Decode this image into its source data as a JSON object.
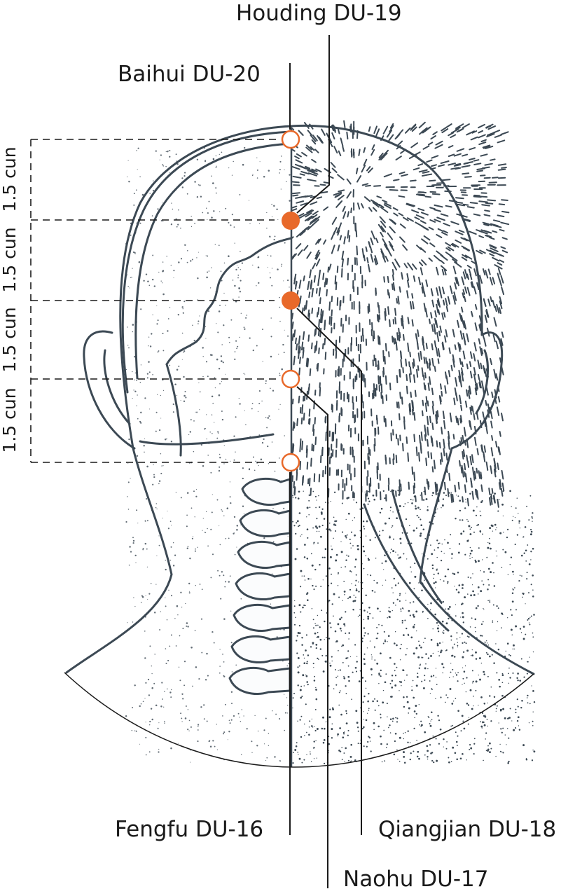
{
  "colors": {
    "ink": "#3c4954",
    "accent": "#e8692a",
    "text": "#1a1a1a",
    "background": "#ffffff"
  },
  "points": [
    {
      "id": "houding",
      "label": "Houding DU-19",
      "marker": "filled"
    },
    {
      "id": "baihui",
      "label": "Baihui DU-20",
      "marker": "hollow"
    },
    {
      "id": "fengfu",
      "label": "Fengfu DU-16",
      "marker": "hollow"
    },
    {
      "id": "qiangjian",
      "label": "Qiangjian DU-18",
      "marker": "filled"
    },
    {
      "id": "naohu",
      "label": "Naohu DU-17",
      "marker": "hollow"
    }
  ],
  "measurements": [
    {
      "label": "1.5 cun"
    },
    {
      "label": "1.5 cun"
    },
    {
      "label": "1.5 cun"
    },
    {
      "label": "1.5 cun"
    }
  ]
}
